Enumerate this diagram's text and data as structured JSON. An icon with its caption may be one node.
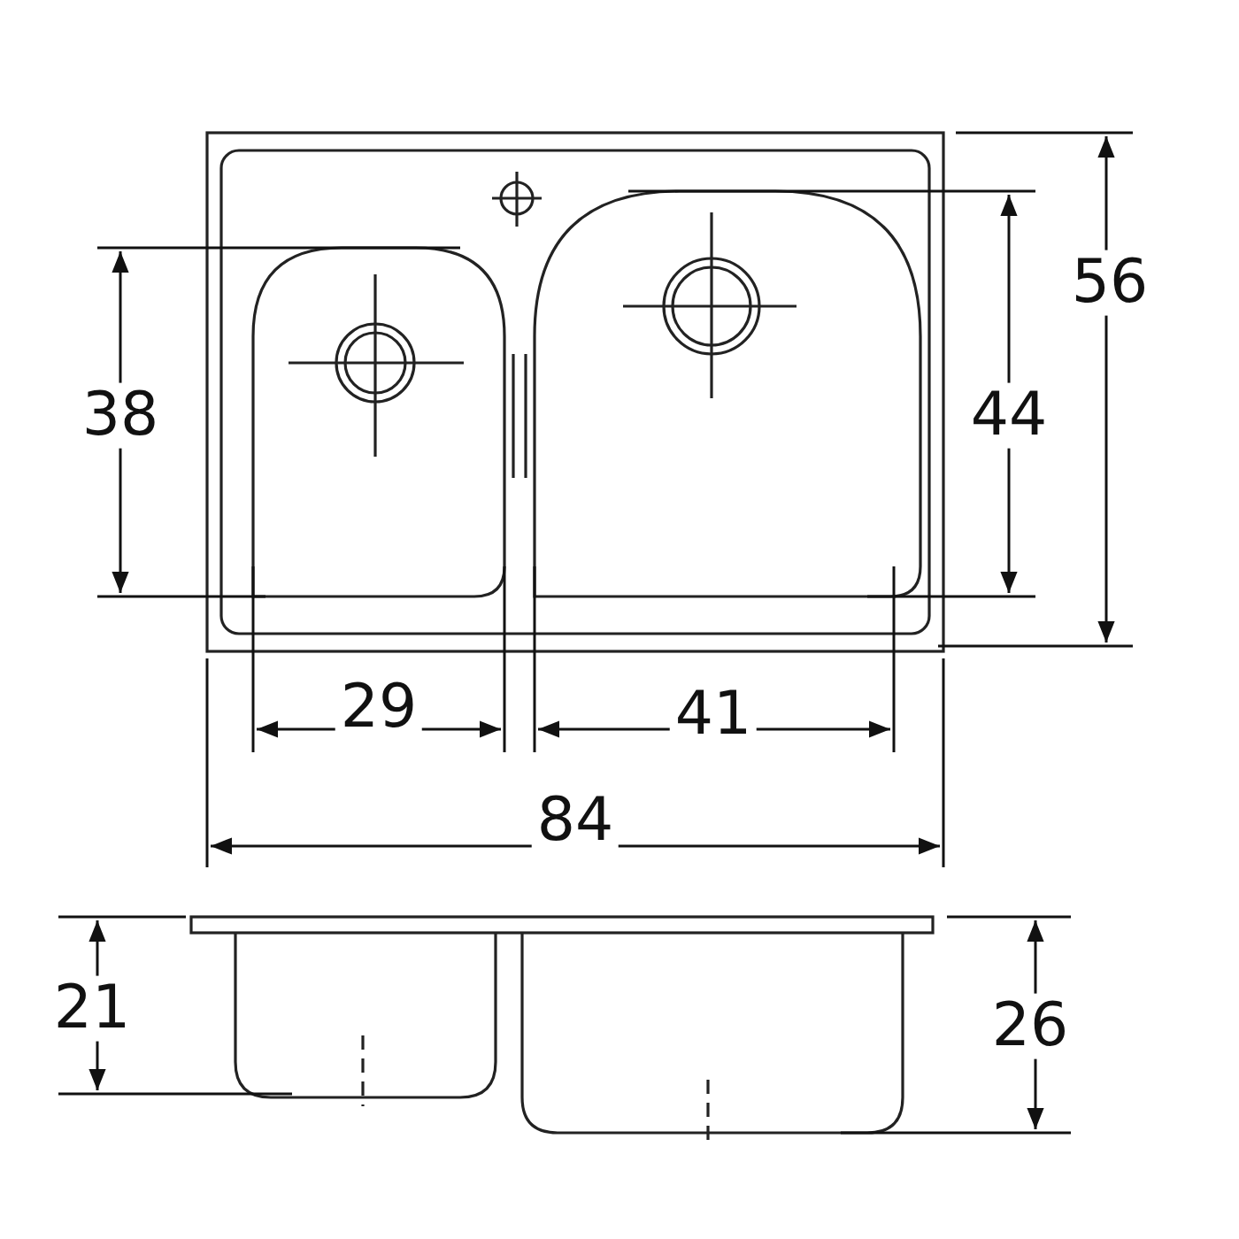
{
  "diagram": {
    "labels": [
      "56",
      "38",
      "44",
      "29",
      "41",
      "84",
      "21",
      "26"
    ]
  }
}
